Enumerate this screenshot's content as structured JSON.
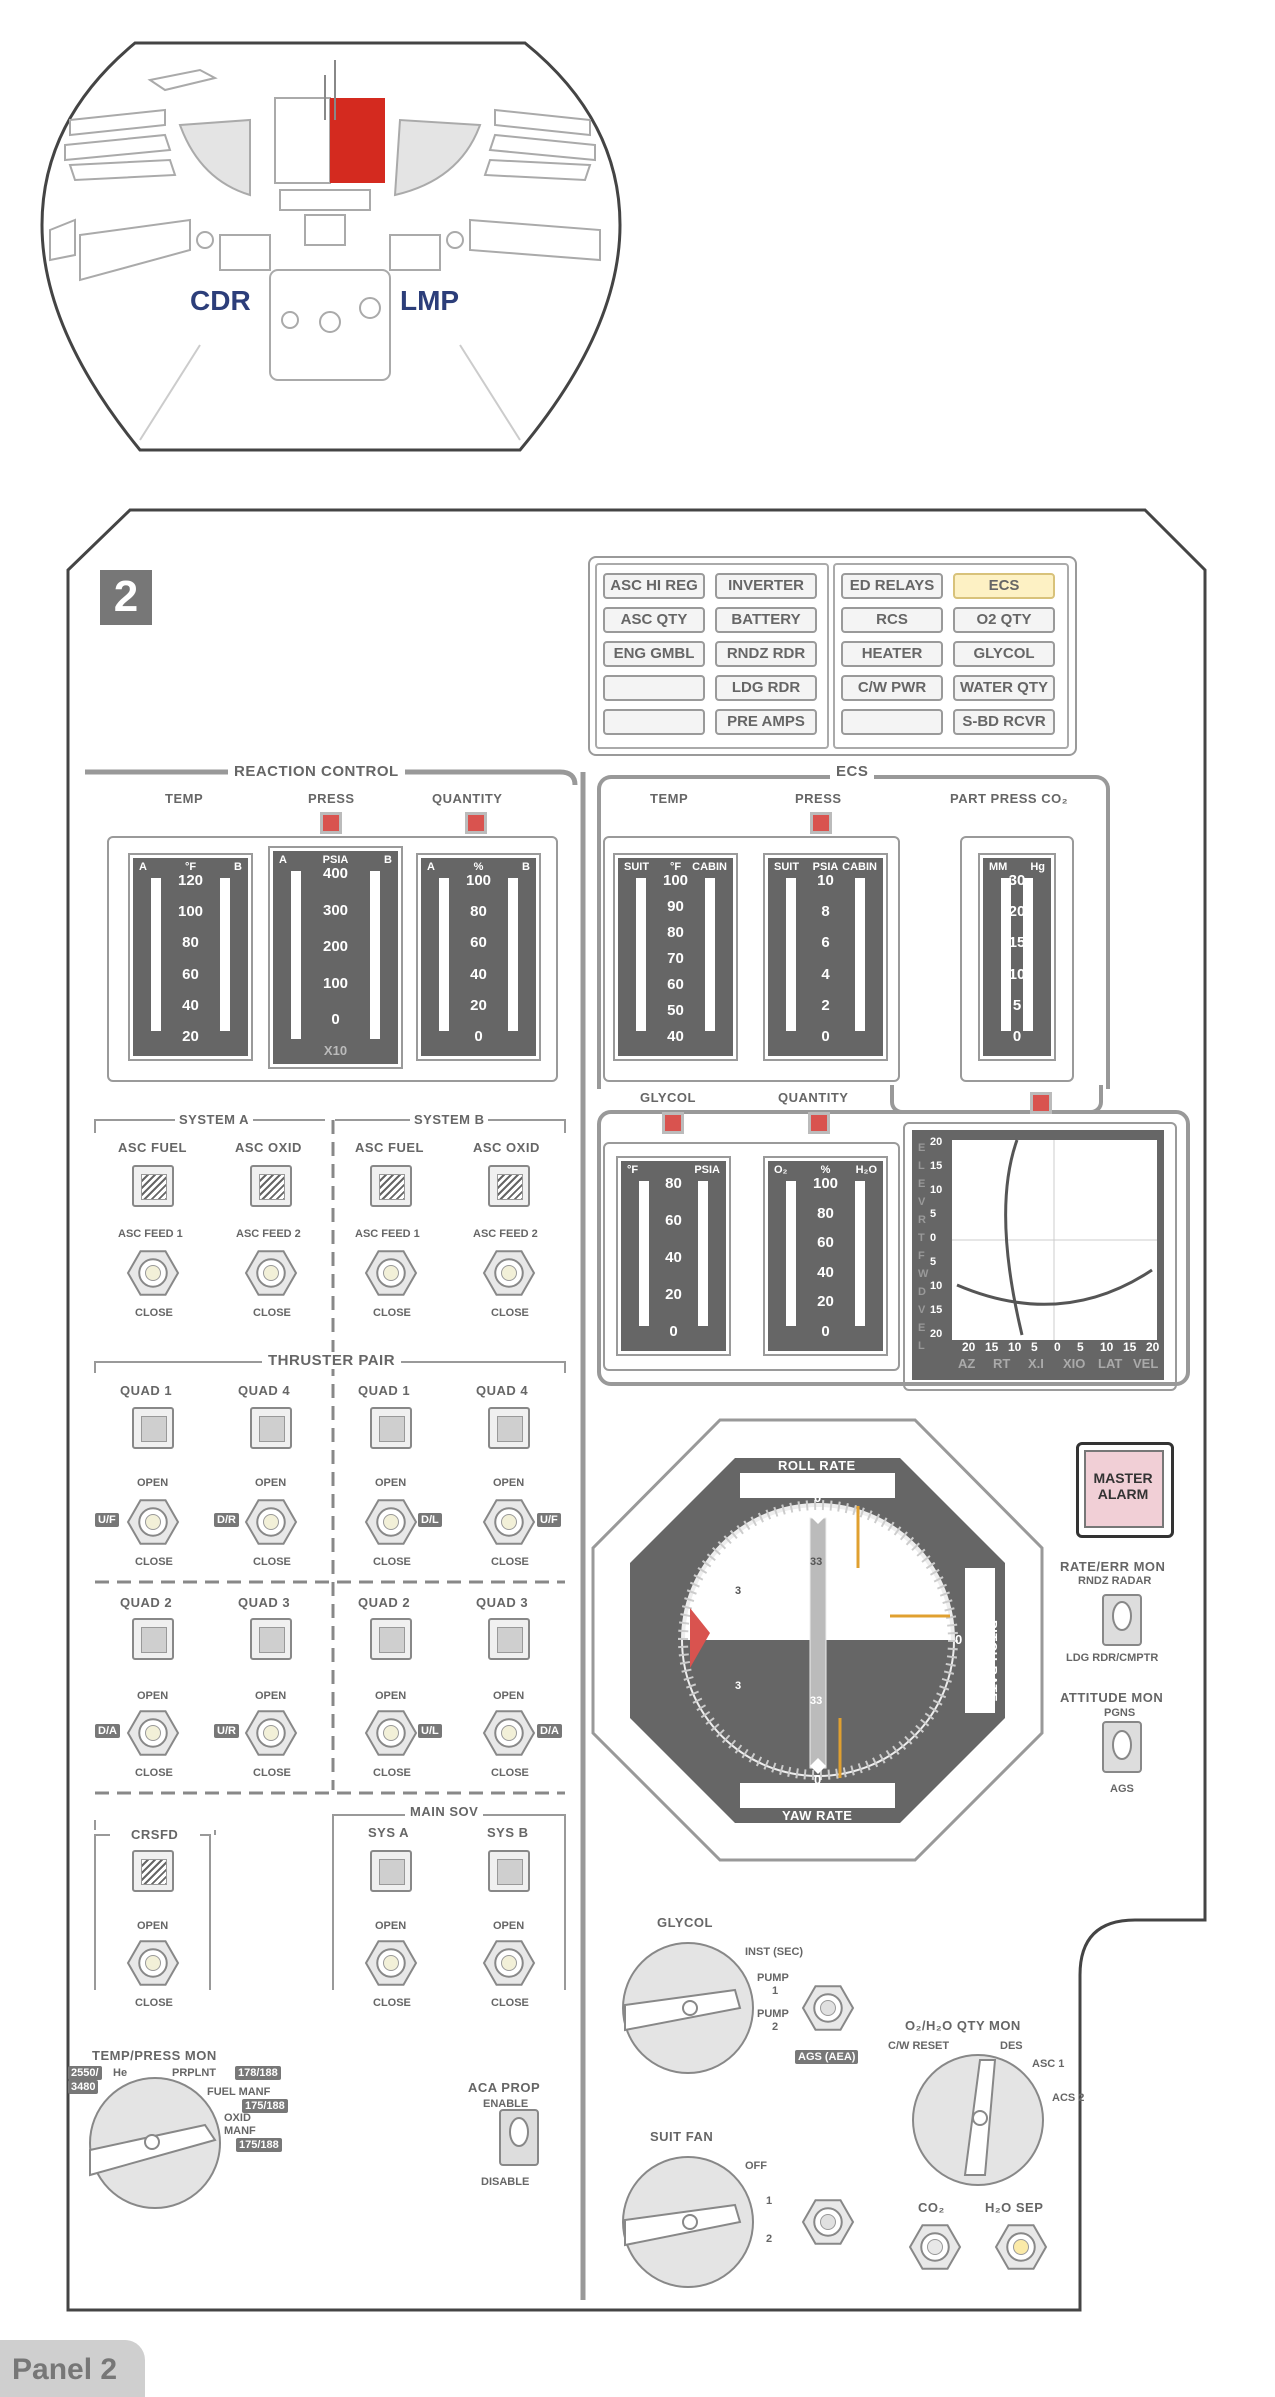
{
  "cockpit": {
    "cdr": "CDR",
    "lmp": "LMP"
  },
  "panel_number": "2",
  "cw_lights": {
    "left": [
      "ASC HI REG",
      "INVERTER",
      "ASC QTY",
      "BATTERY",
      "ENG GMBL",
      "RNDZ RDR",
      "",
      "LDG RDR",
      "",
      "PRE AMPS"
    ],
    "right": [
      "ED RELAYS",
      "ECS",
      "RCS",
      "O2 QTY",
      "HEATER",
      "GLYCOL",
      "C/W PWR",
      "WATER QTY",
      "",
      "S-BD RCVR"
    ],
    "lit": "ECS"
  },
  "rcs": {
    "title": "REACTION CONTROL",
    "temp": "TEMP",
    "press": "PRESS",
    "quantity": "QUANTITY",
    "temp_gauge": {
      "a": "A",
      "unit": "°F",
      "b": "B",
      "ticks": [
        "120",
        "100",
        "80",
        "60",
        "40",
        "20"
      ]
    },
    "press_gauge": {
      "a": "A",
      "unit": "PSIA",
      "b": "B",
      "ticks": [
        "400",
        "300",
        "200",
        "100",
        "0"
      ],
      "mult": "X10"
    },
    "qty_gauge": {
      "a": "A",
      "unit": "%",
      "b": "B",
      "ticks": [
        "100",
        "80",
        "60",
        "40",
        "20",
        "0"
      ]
    }
  },
  "ecs": {
    "title": "ECS",
    "temp": "TEMP",
    "press": "PRESS",
    "part_press": "PART PRESS CO₂",
    "temp_gauge": {
      "a": "SUIT",
      "unit": "°F",
      "b": "CABIN",
      "ticks": [
        "100",
        "90",
        "80",
        "70",
        "60",
        "50",
        "40"
      ]
    },
    "press_gauge": {
      "a": "SUIT",
      "unit": "PSIA",
      "b": "CABIN",
      "ticks": [
        "10",
        "8",
        "6",
        "4",
        "2",
        "0"
      ]
    },
    "co2_gauge": {
      "a": "MM",
      "b": "Hg",
      "ticks": [
        "30",
        "20",
        "15",
        "10",
        "5",
        "0"
      ]
    },
    "glycol": "GLYCOL",
    "quantity2": "QUANTITY",
    "glycol_gauge": {
      "a": "°F",
      "b": "PSIA",
      "ticks": [
        "80",
        "60",
        "40",
        "20",
        "0"
      ]
    },
    "qty_gauge": {
      "a": "O₂",
      "unit": "%",
      "b": "H₂O",
      "ticks": [
        "100",
        "80",
        "60",
        "40",
        "20",
        "0"
      ]
    }
  },
  "systems": {
    "sys_a": "SYSTEM A",
    "sys_b": "SYSTEM B",
    "asc_fuel": "ASC FUEL",
    "asc_oxid": "ASC OXID",
    "asc_feed1": "ASC FEED 1",
    "asc_feed2": "ASC FEED 2",
    "close": "CLOSE",
    "open": "OPEN",
    "thruster_pair": "THRUSTER PAIR",
    "quad1": "QUAD 1",
    "quad2": "QUAD 2",
    "quad3": "QUAD 3",
    "quad4": "QUAD 4",
    "uf": "U/F",
    "dr": "D/R",
    "dl": "D/L",
    "da": "D/A",
    "ur": "U/R",
    "ul": "U/L",
    "crsfd": "CRSFD",
    "main_sov": "MAIN SOV",
    "sysa": "SYS A",
    "sysb": "SYS B"
  },
  "xpointer": {
    "left_letters": [
      "E",
      "L",
      "E",
      "V",
      "R",
      "T",
      "F",
      "W",
      "D",
      "V",
      "E",
      "L"
    ],
    "yticks": [
      "20",
      "15",
      "10",
      "5",
      "0",
      "5",
      "10",
      "15",
      "20"
    ],
    "xticks": [
      "20",
      "15",
      "10",
      "5",
      "0",
      "5",
      "10",
      "15",
      "20"
    ],
    "xlabels": [
      "AZ",
      "RT",
      "X.I",
      "XIO",
      "LAT",
      "VEL"
    ]
  },
  "fdai": {
    "roll_rate": "ROLL RATE",
    "yaw_rate": "YAW RATE",
    "pitch_rate": "PITCH RATE",
    "zero": "0",
    "n33": "33",
    "n3": "3"
  },
  "master_alarm": "MASTER ALARM",
  "rate_err": {
    "title": "RATE/ERR MON",
    "top": "RNDZ RADAR",
    "bottom": "LDG RDR/CMPTR"
  },
  "attitude": {
    "title": "ATTITUDE MON",
    "top": "PGNS",
    "bottom": "AGS"
  },
  "temp_press_mon": {
    "title": "TEMP/PRESS MON",
    "he": "He",
    "prplnt": "PRPLNT",
    "fuel_manf": "FUEL MANF",
    "oxid": "OXID",
    "manf": "MANF",
    "v1": "2550/",
    "v2": "3480",
    "v3": "178/188",
    "v4": "175/188",
    "v5": "175/188"
  },
  "aca_prop": {
    "title": "ACA PROP",
    "enable": "ENABLE",
    "disable": "DISABLE"
  },
  "glycol_sw": {
    "title": "GLYCOL",
    "inst": "INST (SEC)",
    "pump1": "PUMP",
    "p1n": "1",
    "pump2": "PUMP",
    "p2n": "2",
    "ags": "AGS (AEA)"
  },
  "suit_fan": {
    "title": "SUIT FAN",
    "off": "OFF",
    "one": "1",
    "two": "2"
  },
  "qty_mon": {
    "title": "O₂/H₂O QTY MON",
    "cw_reset": "C/W RESET",
    "des": "DES",
    "asc1": "ASC 1",
    "acs2": "ACS 2"
  },
  "co2": "CO₂",
  "h2o_sep": "H₂O SEP",
  "panel_label": "Panel 2"
}
